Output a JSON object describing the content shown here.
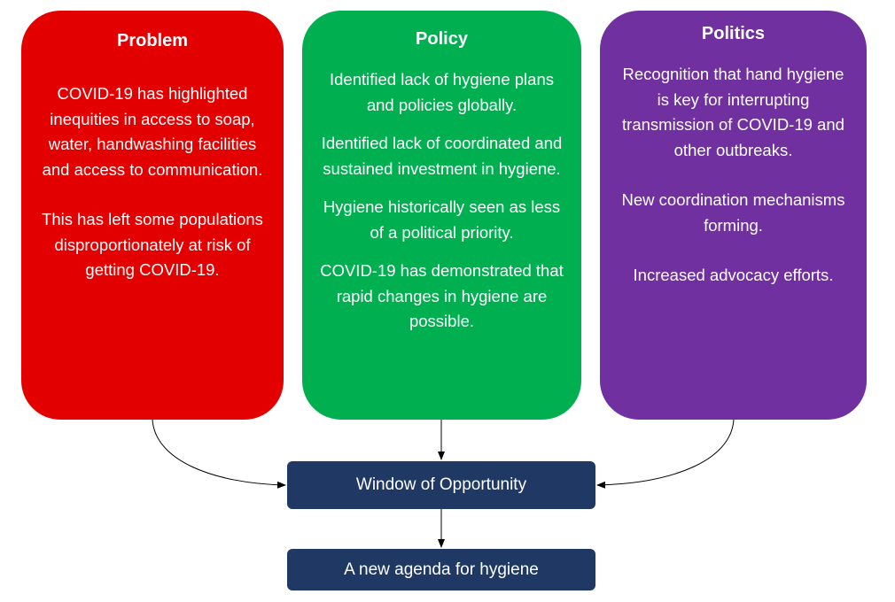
{
  "problem": {
    "title": "Problem",
    "paragraphs": [
      "COVID-19 has highlighted inequities in access to soap, water, handwashing facilities and access to communication.",
      "This has left some populations disproportionately at risk of getting COVID-19."
    ]
  },
  "policy": {
    "title": "Policy",
    "paragraphs": [
      "Identified lack of hygiene plans and policies globally.",
      "Identified lack of coordinated and sustained investment in hygiene.",
      "Hygiene historically seen as less of a political priority.",
      "COVID-19 has demonstrated that rapid changes in hygiene are possible."
    ]
  },
  "politics": {
    "title": "Politics",
    "paragraphs": [
      "Recognition that hand hygiene is key for interrupting transmission of COVID-19 and other outbreaks.",
      "New coordination mechanisms forming.",
      "Increased advocacy efforts."
    ]
  },
  "window": {
    "label": "Window of Opportunity"
  },
  "agenda": {
    "label": "A new agenda for hygiene"
  },
  "colors": {
    "problem": "#e30000",
    "policy": "#00b050",
    "politics": "#7030a0",
    "flow_box": "#1f3864"
  }
}
